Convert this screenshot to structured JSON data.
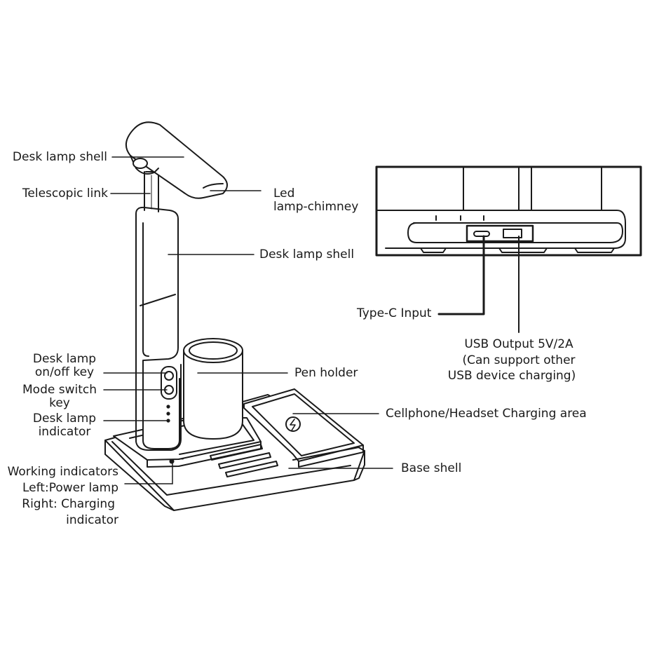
{
  "labels": {
    "desk_lamp_shell_top": "Desk lamp shell",
    "telescopic_link": "Telescopic link",
    "led_line1": "Led",
    "led_line2": "lamp-chimney",
    "desk_lamp_shell_mid": "Desk lamp shell",
    "onoff_line1": "Desk lamp",
    "onoff_line2": "on/off  key",
    "mode_line1": "Mode switch",
    "mode_line2": "key",
    "indicator_line1": "Desk lamp",
    "indicator_line2": "indicator",
    "working_line1": "Working indicators",
    "working_line2": "Left:Power lamp",
    "working_line3": "Right:  Charging",
    "working_line4": "indicator",
    "pen_holder": "Pen holder",
    "charging_area": "Cellphone/Headset Charging area",
    "base_shell": "Base shell",
    "type_c_input": "Type-C Input",
    "usb_line1": "USB Output 5V/2A",
    "usb_line2": "(Can support other",
    "usb_line3": "USB device charging)"
  },
  "colors": {
    "ink": "#1a1a1a",
    "paper": "#ffffff",
    "shade": "#e6e6e6"
  }
}
